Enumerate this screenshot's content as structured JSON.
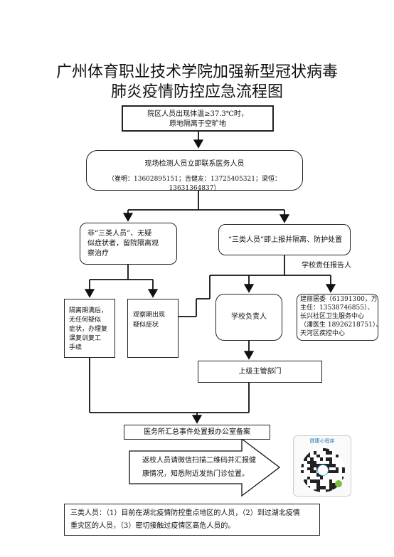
{
  "title_line1": "广州体育职业技术学院加强新型冠状病毒",
  "title_line2": "肺炎疫情防控应急流程图",
  "box_start_line1": "院区人员出现体温≥37.3℃时，",
  "box_start_line2": "原地隔离于空旷地",
  "box_detect_line1": "现场检测人员立即联系医务人员",
  "box_detect_line2": "（崔明：13602895151；吉健友：13725405321；梁恒：13631364837）",
  "box_non_line1": "非“三类人员”、无疑",
  "box_non_line2": "似症状者，留院隔离观",
  "box_non_line3": "察治疗",
  "box_three": "“三类人员”即上报并隔离、防护处置",
  "label_report": "学校责任报告人",
  "box_release_lines": [
    "隔离期满后，",
    "无任何疑似",
    "症状，办理复",
    "课复训复工",
    "手续"
  ],
  "box_suspect_line1": "观察期出现",
  "box_suspect_line2": "疑似症状",
  "box_principal": "学校负责人",
  "box_contacts_lines": [
    "建丽居委（61391300，万",
    "主任：13538746855）、",
    "长兴社区卫生服务中心",
    "（潘医生 18926218751）、",
    "天河区疾控中心"
  ],
  "box_superior": "上级主管部门",
  "box_medical": "医务所汇总事件处置报办公室备案",
  "box_return_lines": [
    "返校人员请微信扫描二维码并汇报健",
    "康情况，知悉附近发热门诊位置。"
  ],
  "qr_label": "健康小程序",
  "note_lines": [
    "三类人员：（1）目前在湖北疫情防控重点地区的人员，（2）到过湖北疫情",
    "重灾区的人员，（3）密切接触过疫情区高危人员的。"
  ]
}
